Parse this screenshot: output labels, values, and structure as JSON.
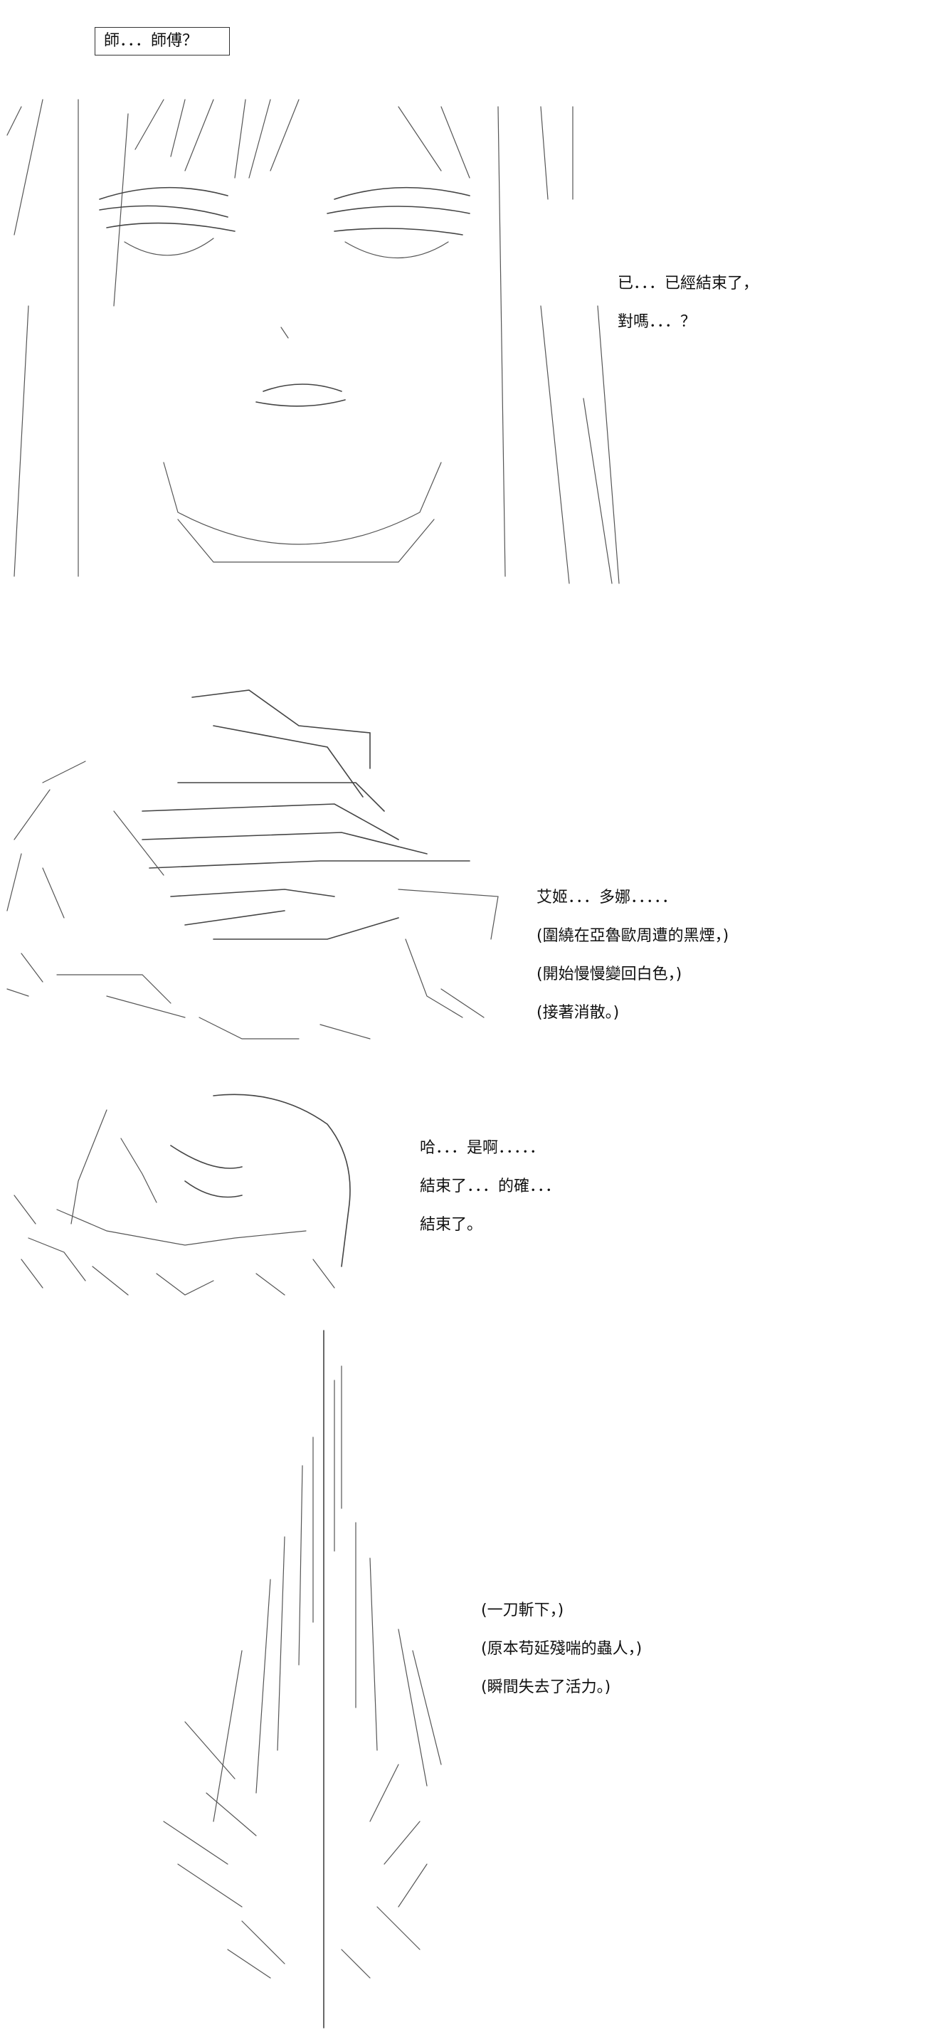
{
  "header": {
    "label": "師．．．師傅？"
  },
  "panels": [
    {
      "lines": [
        "已．．．已經結束了，",
        "對嗎．．．？"
      ]
    },
    {
      "lines": [
        "艾姬．．．多娜．．．．．",
        "(圍繞在亞魯歐周遭的黑煙，)",
        "(開始慢慢變回白色，)",
        "(接著消散。)"
      ]
    },
    {
      "lines": [
        "哈．．．是啊．．．．．",
        "結束了．．．的確．．．",
        "結束了。"
      ]
    },
    {
      "lines": [
        "(一刀斬下，)",
        "(原本苟延殘喘的蟲人，)",
        "(瞬間失去了活力。)"
      ]
    }
  ]
}
